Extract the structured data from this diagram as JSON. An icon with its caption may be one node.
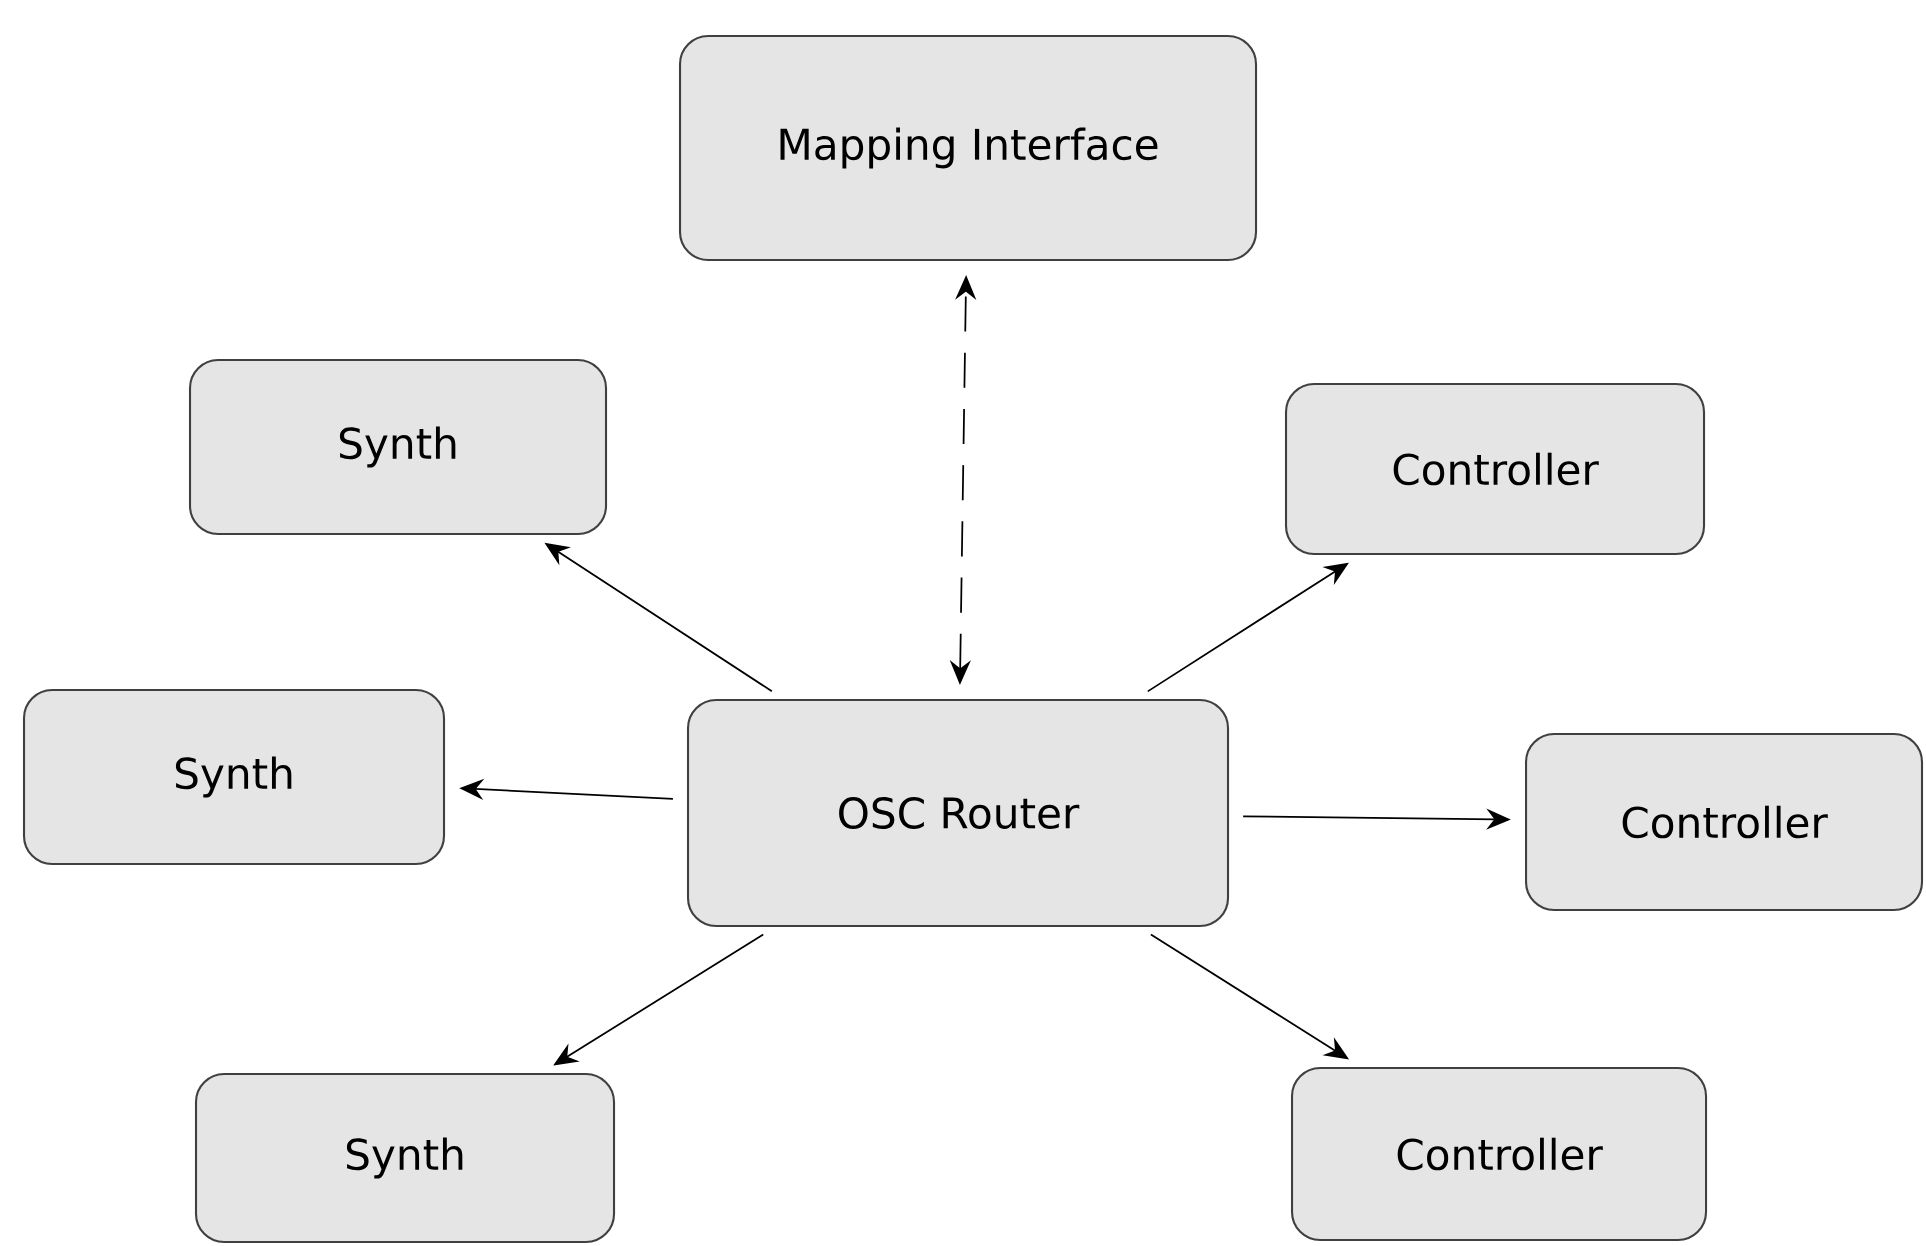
{
  "diagram": {
    "nodes": [
      {
        "text": [
          "Mapping Interface"
        ]
      },
      {
        "text": [
          "Synth"
        ]
      },
      {
        "text": [
          "Controller"
        ]
      },
      {
        "text": [
          "Synth"
        ]
      },
      {
        "text": [
          "OSC Router"
        ]
      },
      {
        "text": [
          "Controller"
        ]
      },
      {
        "text": [
          "Synth"
        ]
      },
      {
        "text": [
          "Controller"
        ]
      }
    ],
    "edges": [
      {
        "from": 4,
        "to": 0,
        "arrow": "both",
        "style": "dashed"
      },
      {
        "from": 4,
        "to": 1,
        "arrow": "to"
      },
      {
        "from": 4,
        "to": 2,
        "arrow": "to"
      },
      {
        "from": 4,
        "to": 3,
        "arrow": "to"
      },
      {
        "from": 4,
        "to": 5,
        "arrow": "to"
      },
      {
        "from": 4,
        "to": 6,
        "arrow": "to"
      },
      {
        "from": 4,
        "to": 7,
        "arrow": "to"
      }
    ]
  }
}
